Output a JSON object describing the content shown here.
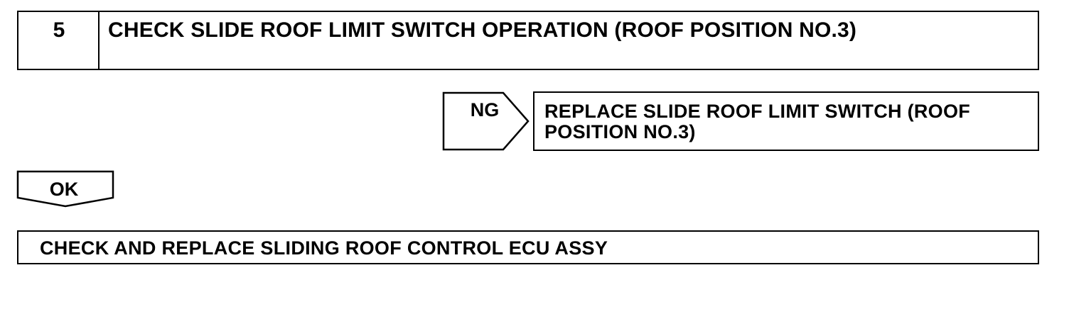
{
  "step": {
    "number": "5",
    "title": "CHECK SLIDE ROOF LIMIT SWITCH OPERATION (ROOF POSITION NO.3)"
  },
  "ng_branch": {
    "label": "NG",
    "action": "REPLACE SLIDE ROOF LIMIT SWITCH (ROOF POSITION NO.3)"
  },
  "ok_branch": {
    "label": "OK"
  },
  "next_step": {
    "action": "CHECK AND REPLACE SLIDING ROOF CONTROL ECU ASSY"
  }
}
